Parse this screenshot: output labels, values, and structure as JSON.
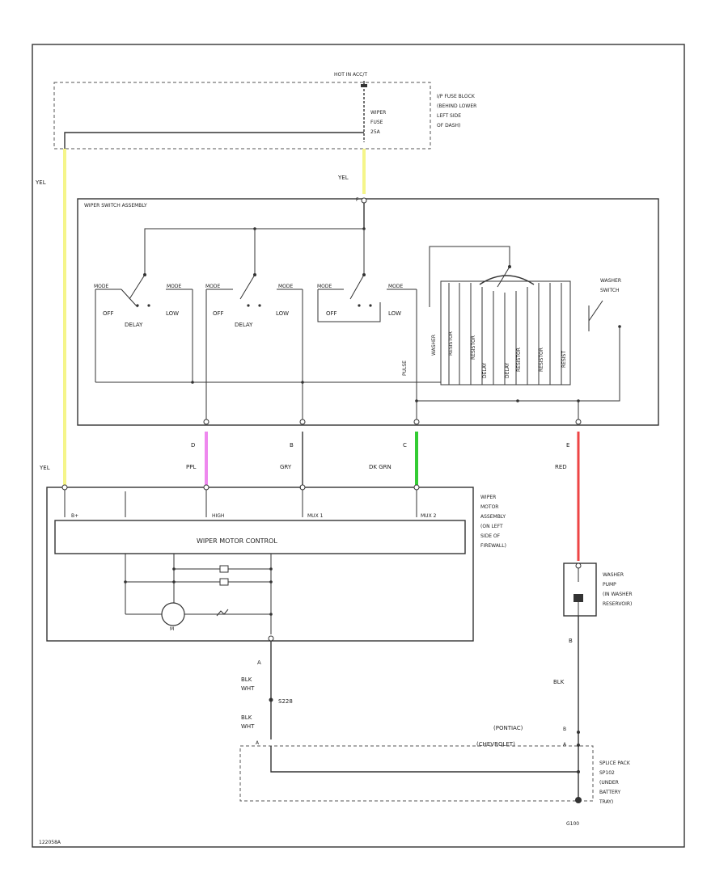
{
  "labels": {
    "hot_in_acc": "HOT IN ACC/T",
    "fuse_block": [
      "I/P FUSE BLOCK",
      "(BEHIND LOWER",
      "LEFT SIDE",
      "OF DASH)"
    ],
    "fuse": [
      "WIPER",
      "FUSE",
      "25A"
    ],
    "switch_assembly": "WIPER SWITCH ASSEMBLY",
    "washer_switch": [
      "WASHER",
      "SWITCH"
    ],
    "off": "OFF",
    "low": "LOW",
    "delay": "DELAY",
    "motor_control": "WIPER MOTOR CONTROL",
    "motor_assembly": [
      "WIPER",
      "MOTOR",
      "ASSEMBLY",
      "(ON LEFT",
      "SIDE OF",
      "FIREWALL)"
    ],
    "washer_pump": [
      "WASHER",
      "PUMP",
      "(IN WASHER",
      "RESERVOIR)"
    ],
    "splice_pack": [
      "SPLICE PACK",
      "SP102",
      "(UNDER",
      "BATTERY",
      "TRAY)"
    ],
    "ground_g": "G100",
    "splice_s": "S228",
    "pontiac": "(PONTIAC)",
    "chevrolet": "(CHEVROLET)",
    "motor_m": "M",
    "high": "HIGH",
    "mux1": "MUX 1",
    "mux2": "MUX 2",
    "bplus": "B+",
    "diagram_id": "122058A"
  },
  "wires": {
    "yel_left": "YEL",
    "yel_right": "YEL",
    "yel_motor": "YEL",
    "ppl": "PPL",
    "gry": "GRY",
    "dk_grn": "DK GRN",
    "red": "RED",
    "blk_wht_1": [
      "BLK",
      "WHT"
    ],
    "blk_wht_2": [
      "BLK",
      "WHT"
    ],
    "blk": "BLK"
  },
  "pins": {
    "d": "D",
    "b": "B",
    "c": "C",
    "e": "E",
    "a": "A",
    "f": "F"
  },
  "colors": {
    "yellow": "#f5f58a",
    "purple": "#ee88ee",
    "green": "#33cc33",
    "red": "#ee4444"
  }
}
